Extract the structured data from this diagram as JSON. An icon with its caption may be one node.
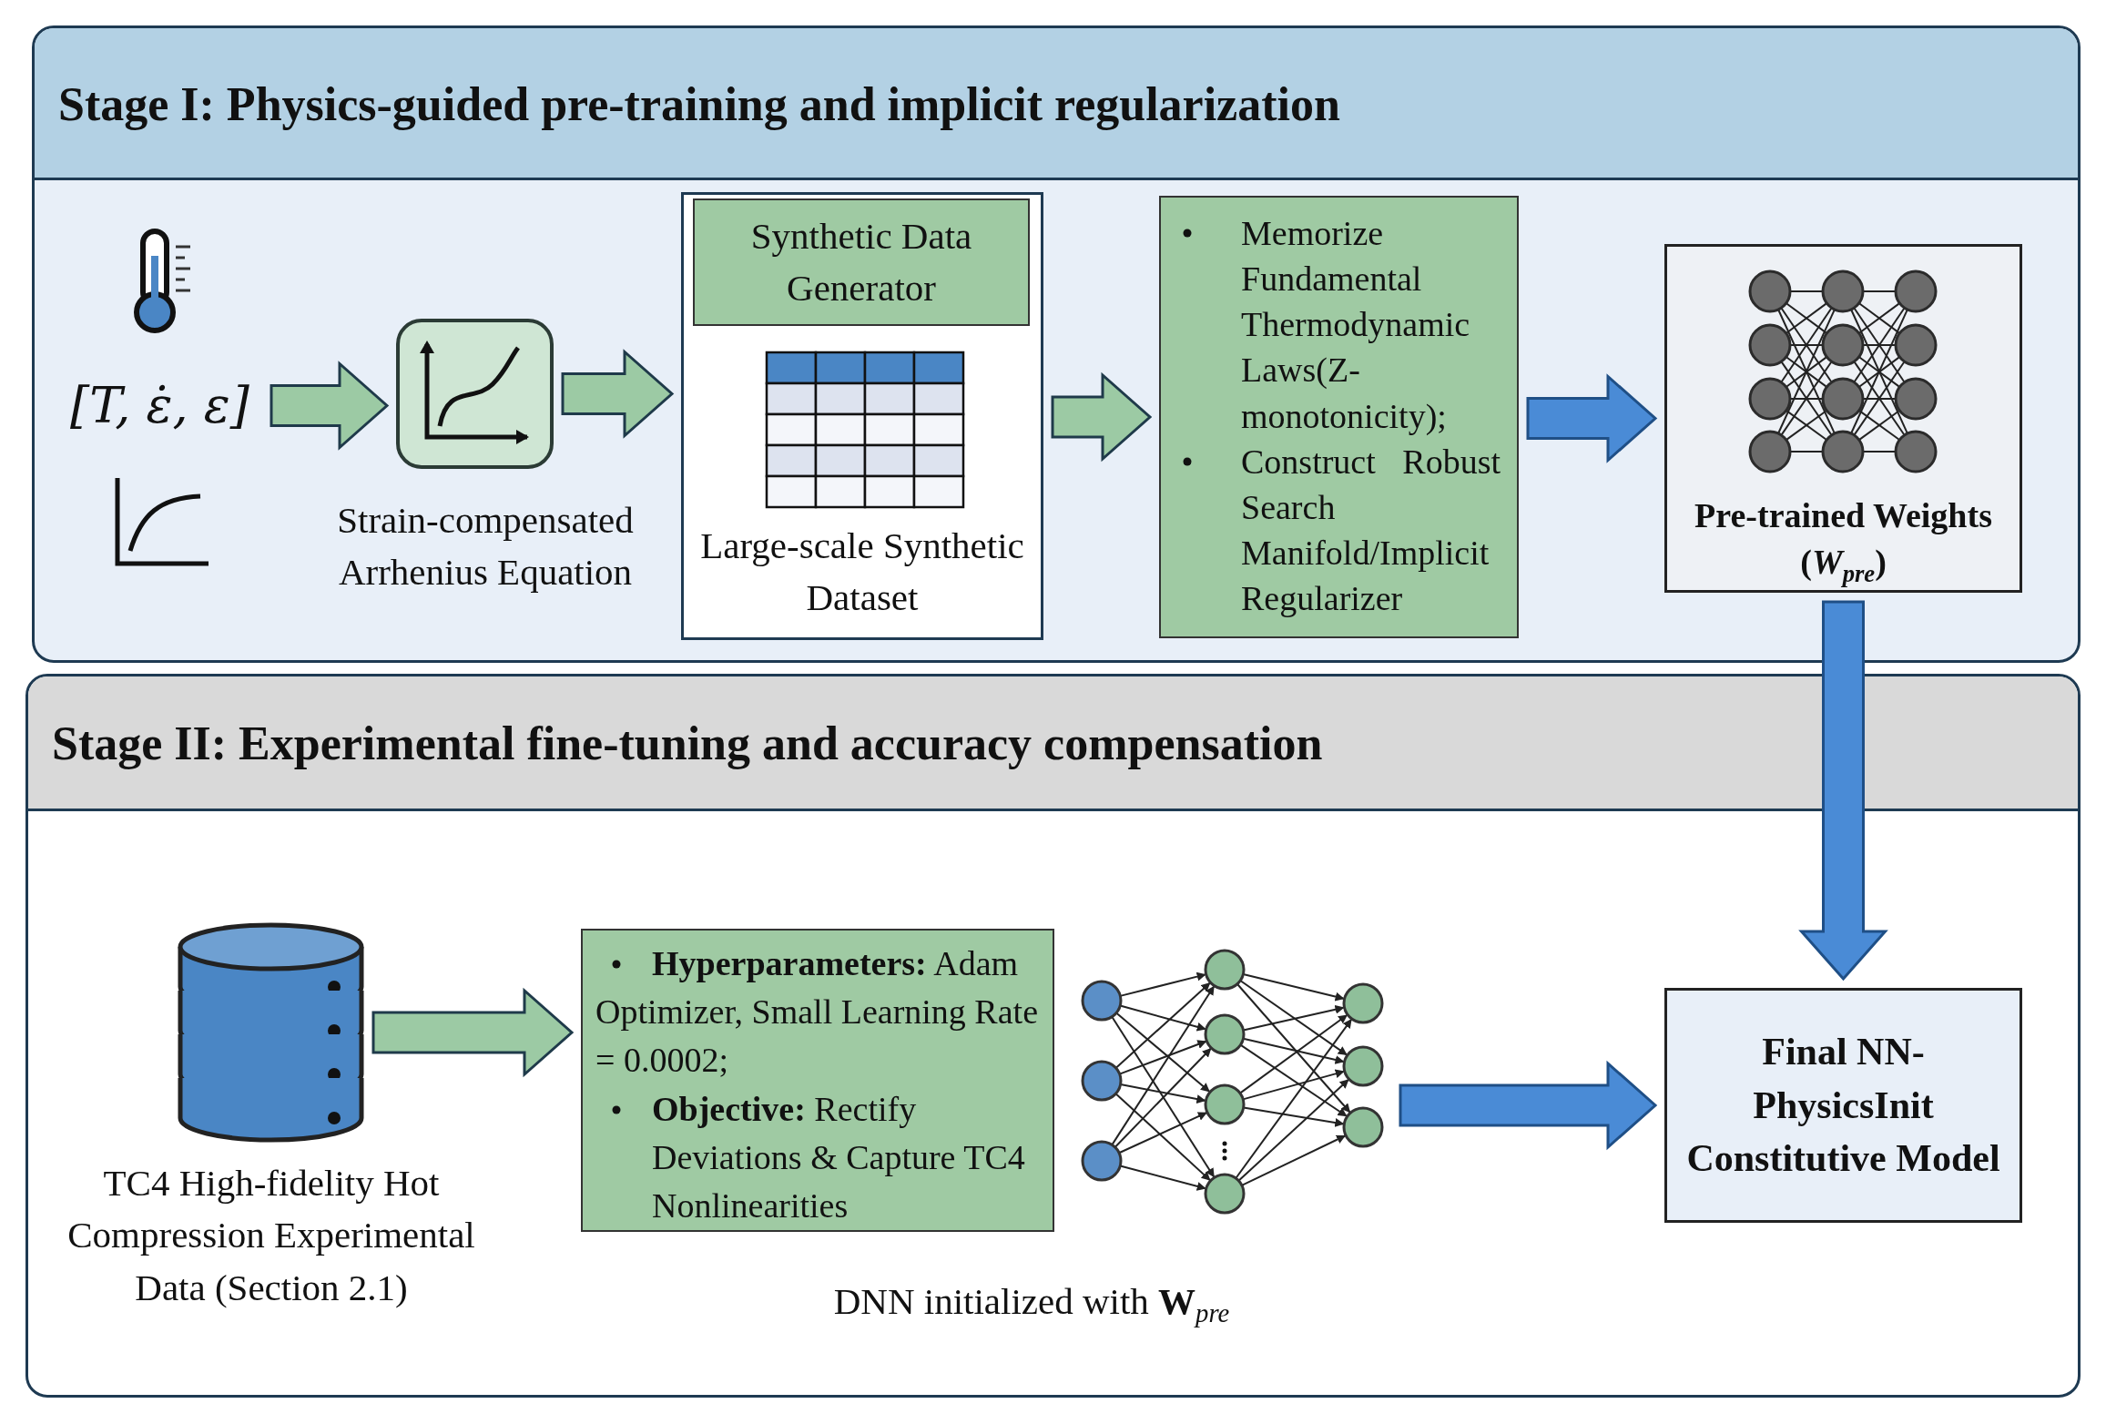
{
  "diagram": {
    "nodes": [
      {
        "text": [
          "Stage I: Physics-guided pre-training and implicit regularization"
        ]
      },
      {
        "text": [
          "[T, ε̇, ε]"
        ],
        "in": 0
      },
      {
        "text": [],
        "shape": "box",
        "in": 0,
        "beside": [
          "Strain-compensated Arrhenius Equation"
        ]
      },
      {
        "text": [
          "Large-scale Synthetic Dataset"
        ],
        "in": 0
      },
      {
        "text": [
          "Synthetic Data Generator"
        ],
        "in": 3
      },
      {
        "text": [
          "Memorize Fundamental Thermodynamic Laws(Z-monotonicity);",
          "Construct Robust Search Manifold/Implicit Regularizer"
        ],
        "in": 0
      },
      {
        "text": [
          "Pre-trained Weights (*W*$_{pre}$)"
        ],
        "in": 0
      },
      {
        "text": [
          "Stage II: Experimental fine-tuning and accuracy compensation"
        ]
      },
      {
        "text": [],
        "shape": "cylinder",
        "in": 7,
        "beside": [
          "TC4 High-fidelity Hot Compression Experimental Data (Section 2.1)"
        ]
      },
      {
        "text": [
          "**Hyperparameters:** Adam Optimizer, Small Learning Rate = 0.0002;",
          "**Objective:** Rectify Deviations & Capture TC4 Nonlinearities"
        ],
        "in": 7
      },
      {
        "text": [],
        "shape": "picture",
        "in": 7,
        "beside": [
          "DNN initialized with **W**$_{pre}$"
        ]
      },
      {
        "text": [
          "Final NN-PhysicsInit Constitutive Model"
        ],
        "in": 7
      }
    ],
    "edges": [
      {
        "from": 1,
        "to": 2,
        "arrow": "to"
      },
      {
        "from": 2,
        "to": 3,
        "arrow": "to"
      },
      {
        "from": 3,
        "to": 5,
        "arrow": "to"
      },
      {
        "from": 5,
        "to": 6,
        "arrow": "to",
        "color": "#4a8bd6"
      },
      {
        "from": 6,
        "to": 11,
        "arrow": "to",
        "color": "#4a8bd6"
      },
      {
        "from": 8,
        "to": 9,
        "arrow": "to"
      },
      {
        "from": 10,
        "to": 11,
        "arrow": "to",
        "color": "#4a8bd6"
      }
    ]
  }
}
